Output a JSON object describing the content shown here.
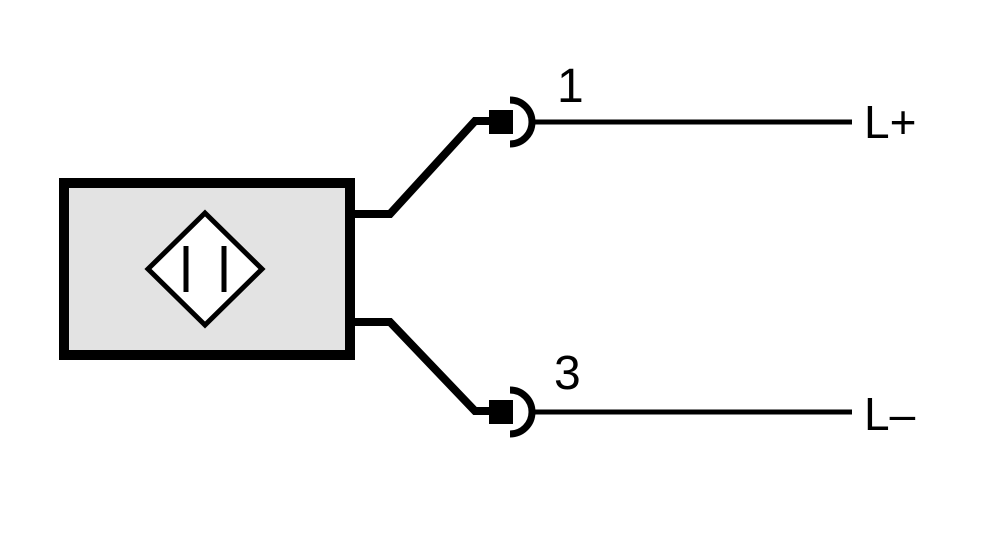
{
  "diagram": {
    "type": "wiring-diagram",
    "device": {
      "symbol": "inductive-proximity-sensor-symbol",
      "fill_color": "#e3e3e3",
      "stroke_color": "#000000"
    },
    "connections": [
      {
        "pin": "1",
        "terminal": "L+"
      },
      {
        "pin": "3",
        "terminal": "L–"
      }
    ]
  }
}
